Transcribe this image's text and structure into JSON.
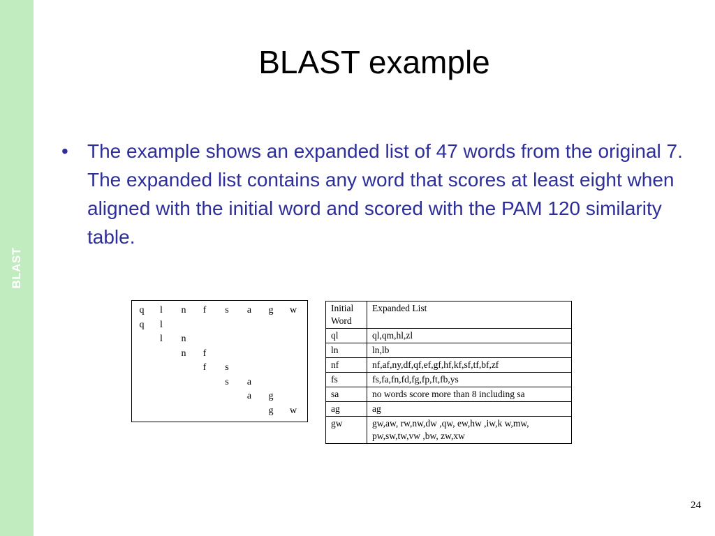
{
  "sidebar": {
    "label": "BLAST",
    "color": "#c0ecc0"
  },
  "slide": {
    "title": "BLAST example",
    "bullet": "The example shows an expanded list of 47 words from the original 7.  The expanded list contains any word that scores at least eight when aligned with the initial word and scored with the PAM 120 similarity table.",
    "bullet_color": "#2e2e9a",
    "page_number": "24"
  },
  "alignment": {
    "rows": [
      [
        "q",
        "l",
        "n",
        "f",
        "s",
        "a",
        "g",
        "w"
      ],
      [
        "q",
        "l",
        "",
        "",
        "",
        "",
        "",
        ""
      ],
      [
        "",
        "l",
        "n",
        "",
        "",
        "",
        "",
        ""
      ],
      [
        "",
        "",
        "n",
        "f",
        "",
        "",
        "",
        ""
      ],
      [
        "",
        "",
        "",
        "f",
        "s",
        "",
        "",
        ""
      ],
      [
        "",
        "",
        "",
        "",
        "s",
        "a",
        "",
        ""
      ],
      [
        "",
        "",
        "",
        "",
        "",
        "a",
        "g",
        ""
      ],
      [
        "",
        "",
        "",
        "",
        "",
        "",
        "g",
        "w"
      ]
    ]
  },
  "expanded_table": {
    "headers": [
      "Initial Word",
      "Expanded  List"
    ],
    "rows": [
      [
        "ql",
        "ql,qm,hl,zl"
      ],
      [
        "ln",
        "ln,lb"
      ],
      [
        "nf",
        "nf,af,ny,df,qf,ef,gf,hf,kf,sf,tf,bf,zf"
      ],
      [
        "fs",
        "fs,fa,fn,fd,fg,fp,ft,fb,ys"
      ],
      [
        "sa",
        "no words score more than 8 including sa"
      ],
      [
        "ag",
        "ag"
      ],
      [
        "gw",
        "gw,aw, rw,nw,dw ,qw, ew,hw ,iw,k w,mw, pw,sw,tw,vw ,bw, zw,xw"
      ]
    ]
  }
}
